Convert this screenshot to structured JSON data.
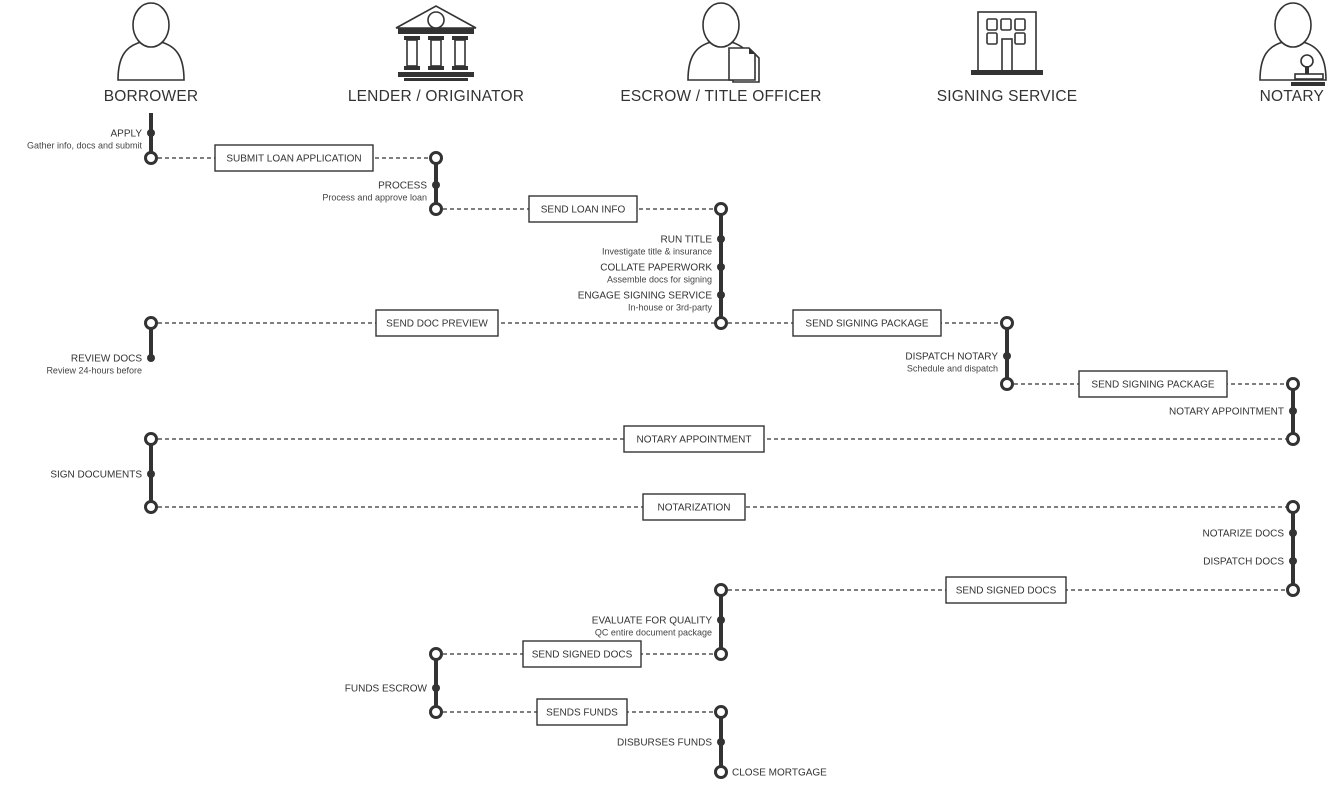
{
  "lanes": [
    {
      "id": "borrower",
      "title": "BORROWER",
      "icon": "person-icon"
    },
    {
      "id": "lender",
      "title": "LENDER / ORIGINATOR",
      "icon": "bank-icon"
    },
    {
      "id": "escrow",
      "title": "ESCROW / TITLE OFFICER",
      "icon": "person-documents-icon"
    },
    {
      "id": "signing",
      "title": "SIGNING SERVICE",
      "icon": "building-icon"
    },
    {
      "id": "notary",
      "title": "NOTARY",
      "icon": "person-stamp-icon"
    }
  ],
  "steps": [
    {
      "label": "APPLY",
      "sub": "Gather info, docs and submit"
    },
    {
      "label": "PROCESS",
      "sub": "Process and approve loan"
    },
    {
      "label": "RUN TITLE",
      "sub": "Investigate title & insurance"
    },
    {
      "label": "COLLATE PAPERWORK",
      "sub": "Assemble docs for signing"
    },
    {
      "label": "ENGAGE SIGNING SERVICE",
      "sub": "In-house or 3rd-party"
    },
    {
      "label": "REVIEW DOCS",
      "sub": "Review 24-hours before"
    },
    {
      "label": "DISPATCH NOTARY",
      "sub": "Schedule and dispatch"
    },
    {
      "label": "NOTARY APPOINTMENT",
      "sub": ""
    },
    {
      "label": "SIGN DOCUMENTS",
      "sub": ""
    },
    {
      "label": "NOTARIZE DOCS",
      "sub": ""
    },
    {
      "label": "DISPATCH DOCS",
      "sub": ""
    },
    {
      "label": "EVALUATE FOR QUALITY",
      "sub": "QC entire document package"
    },
    {
      "label": "FUNDS ESCROW",
      "sub": ""
    },
    {
      "label": "DISBURSES FUNDS",
      "sub": ""
    },
    {
      "label": "CLOSE MORTGAGE",
      "sub": ""
    }
  ],
  "messages": [
    {
      "label": "SUBMIT LOAN APPLICATION",
      "from": "borrower",
      "to": "lender"
    },
    {
      "label": "SEND LOAN INFO",
      "from": "lender",
      "to": "escrow"
    },
    {
      "label": "SEND DOC PREVIEW",
      "from": "escrow",
      "to": "borrower"
    },
    {
      "label": "SEND SIGNING PACKAGE",
      "from": "escrow",
      "to": "signing"
    },
    {
      "label": "SEND SIGNING PACKAGE",
      "from": "signing",
      "to": "notary"
    },
    {
      "label": "NOTARY APPOINTMENT",
      "from": "notary",
      "to": "borrower"
    },
    {
      "label": "NOTARIZATION",
      "from": "borrower",
      "to": "notary"
    },
    {
      "label": "SEND SIGNED DOCS",
      "from": "notary",
      "to": "escrow"
    },
    {
      "label": "SEND SIGNED DOCS",
      "from": "escrow",
      "to": "lender"
    },
    {
      "label": "SENDS FUNDS",
      "from": "lender",
      "to": "escrow"
    }
  ]
}
